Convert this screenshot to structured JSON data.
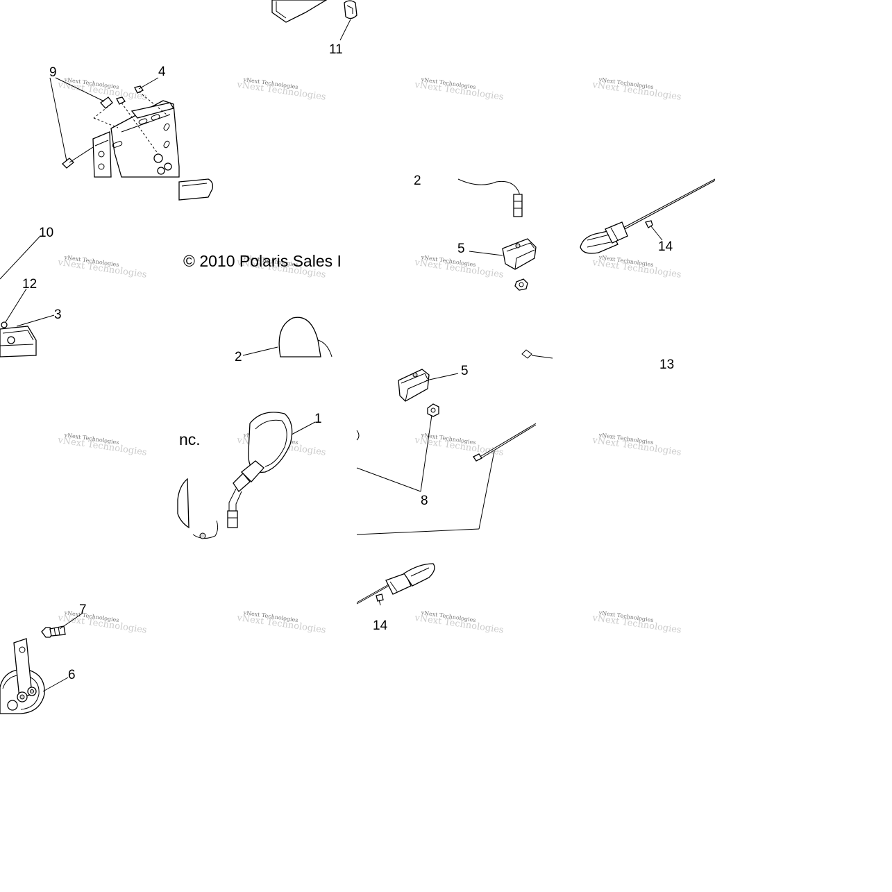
{
  "diagram": {
    "copyright_line1": "© 2010 Polaris Sales I",
    "copyright_line2": "nc.",
    "watermark_text": "vNext Technologies",
    "callouts": {
      "c1": "1",
      "c2": "2",
      "c2b": "2",
      "c3": "3",
      "c4": "4",
      "c5a": "5",
      "c5b": "5",
      "c6": "6",
      "c7": "7",
      "c8": "8",
      "c9": "9",
      "c10": "10",
      "c11": "11",
      "c12": "12",
      "c13": "13",
      "c14a": "14",
      "c14b": "14"
    }
  }
}
